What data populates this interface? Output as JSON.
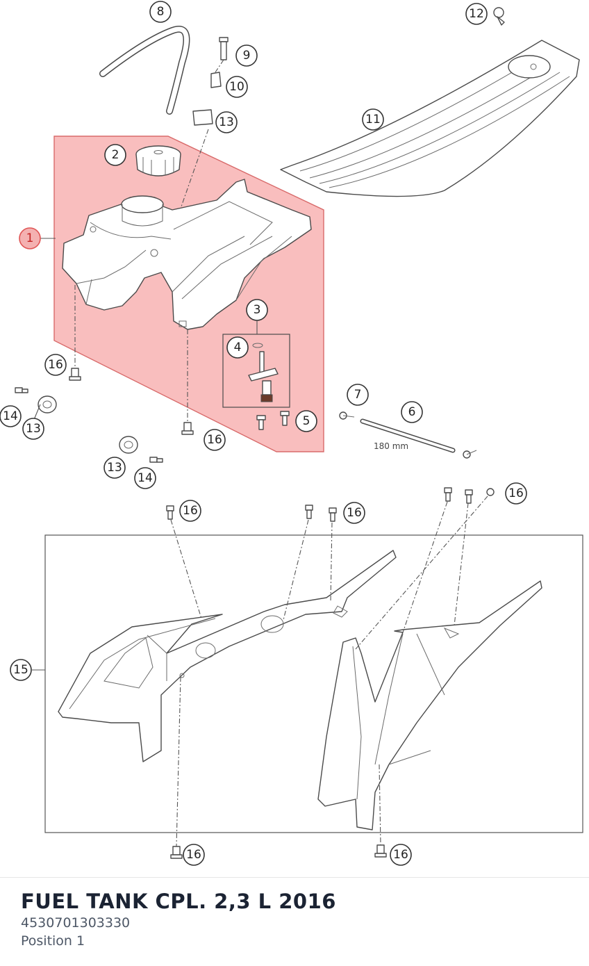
{
  "diagram": {
    "dimension_label": "180 mm",
    "callouts": [
      {
        "id": "c1",
        "label": "1",
        "highlighted": true
      },
      {
        "id": "c2",
        "label": "2"
      },
      {
        "id": "c3",
        "label": "3"
      },
      {
        "id": "c4",
        "label": "4"
      },
      {
        "id": "c5",
        "label": "5"
      },
      {
        "id": "c6",
        "label": "6"
      },
      {
        "id": "c7",
        "label": "7"
      },
      {
        "id": "c8",
        "label": "8"
      },
      {
        "id": "c9",
        "label": "9"
      },
      {
        "id": "c10",
        "label": "10"
      },
      {
        "id": "c11",
        "label": "11"
      },
      {
        "id": "c12",
        "label": "12"
      },
      {
        "id": "c13a",
        "label": "13"
      },
      {
        "id": "c13b",
        "label": "13"
      },
      {
        "id": "c13c",
        "label": "13"
      },
      {
        "id": "c14a",
        "label": "14"
      },
      {
        "id": "c14b",
        "label": "14"
      },
      {
        "id": "c15",
        "label": "15"
      },
      {
        "id": "c16a",
        "label": "16"
      },
      {
        "id": "c16b",
        "label": "16"
      },
      {
        "id": "c16c",
        "label": "16"
      },
      {
        "id": "c16d",
        "label": "16"
      },
      {
        "id": "c16e",
        "label": "16"
      },
      {
        "id": "c16f",
        "label": "16"
      },
      {
        "id": "c16g",
        "label": "16"
      }
    ]
  },
  "colors": {
    "highlight": "#f27878",
    "title": "#1b2333"
  },
  "part_info": {
    "title": "FUEL TANK CPL. 2,3 L 2016",
    "number": "4530701303330",
    "position": "Position 1"
  }
}
